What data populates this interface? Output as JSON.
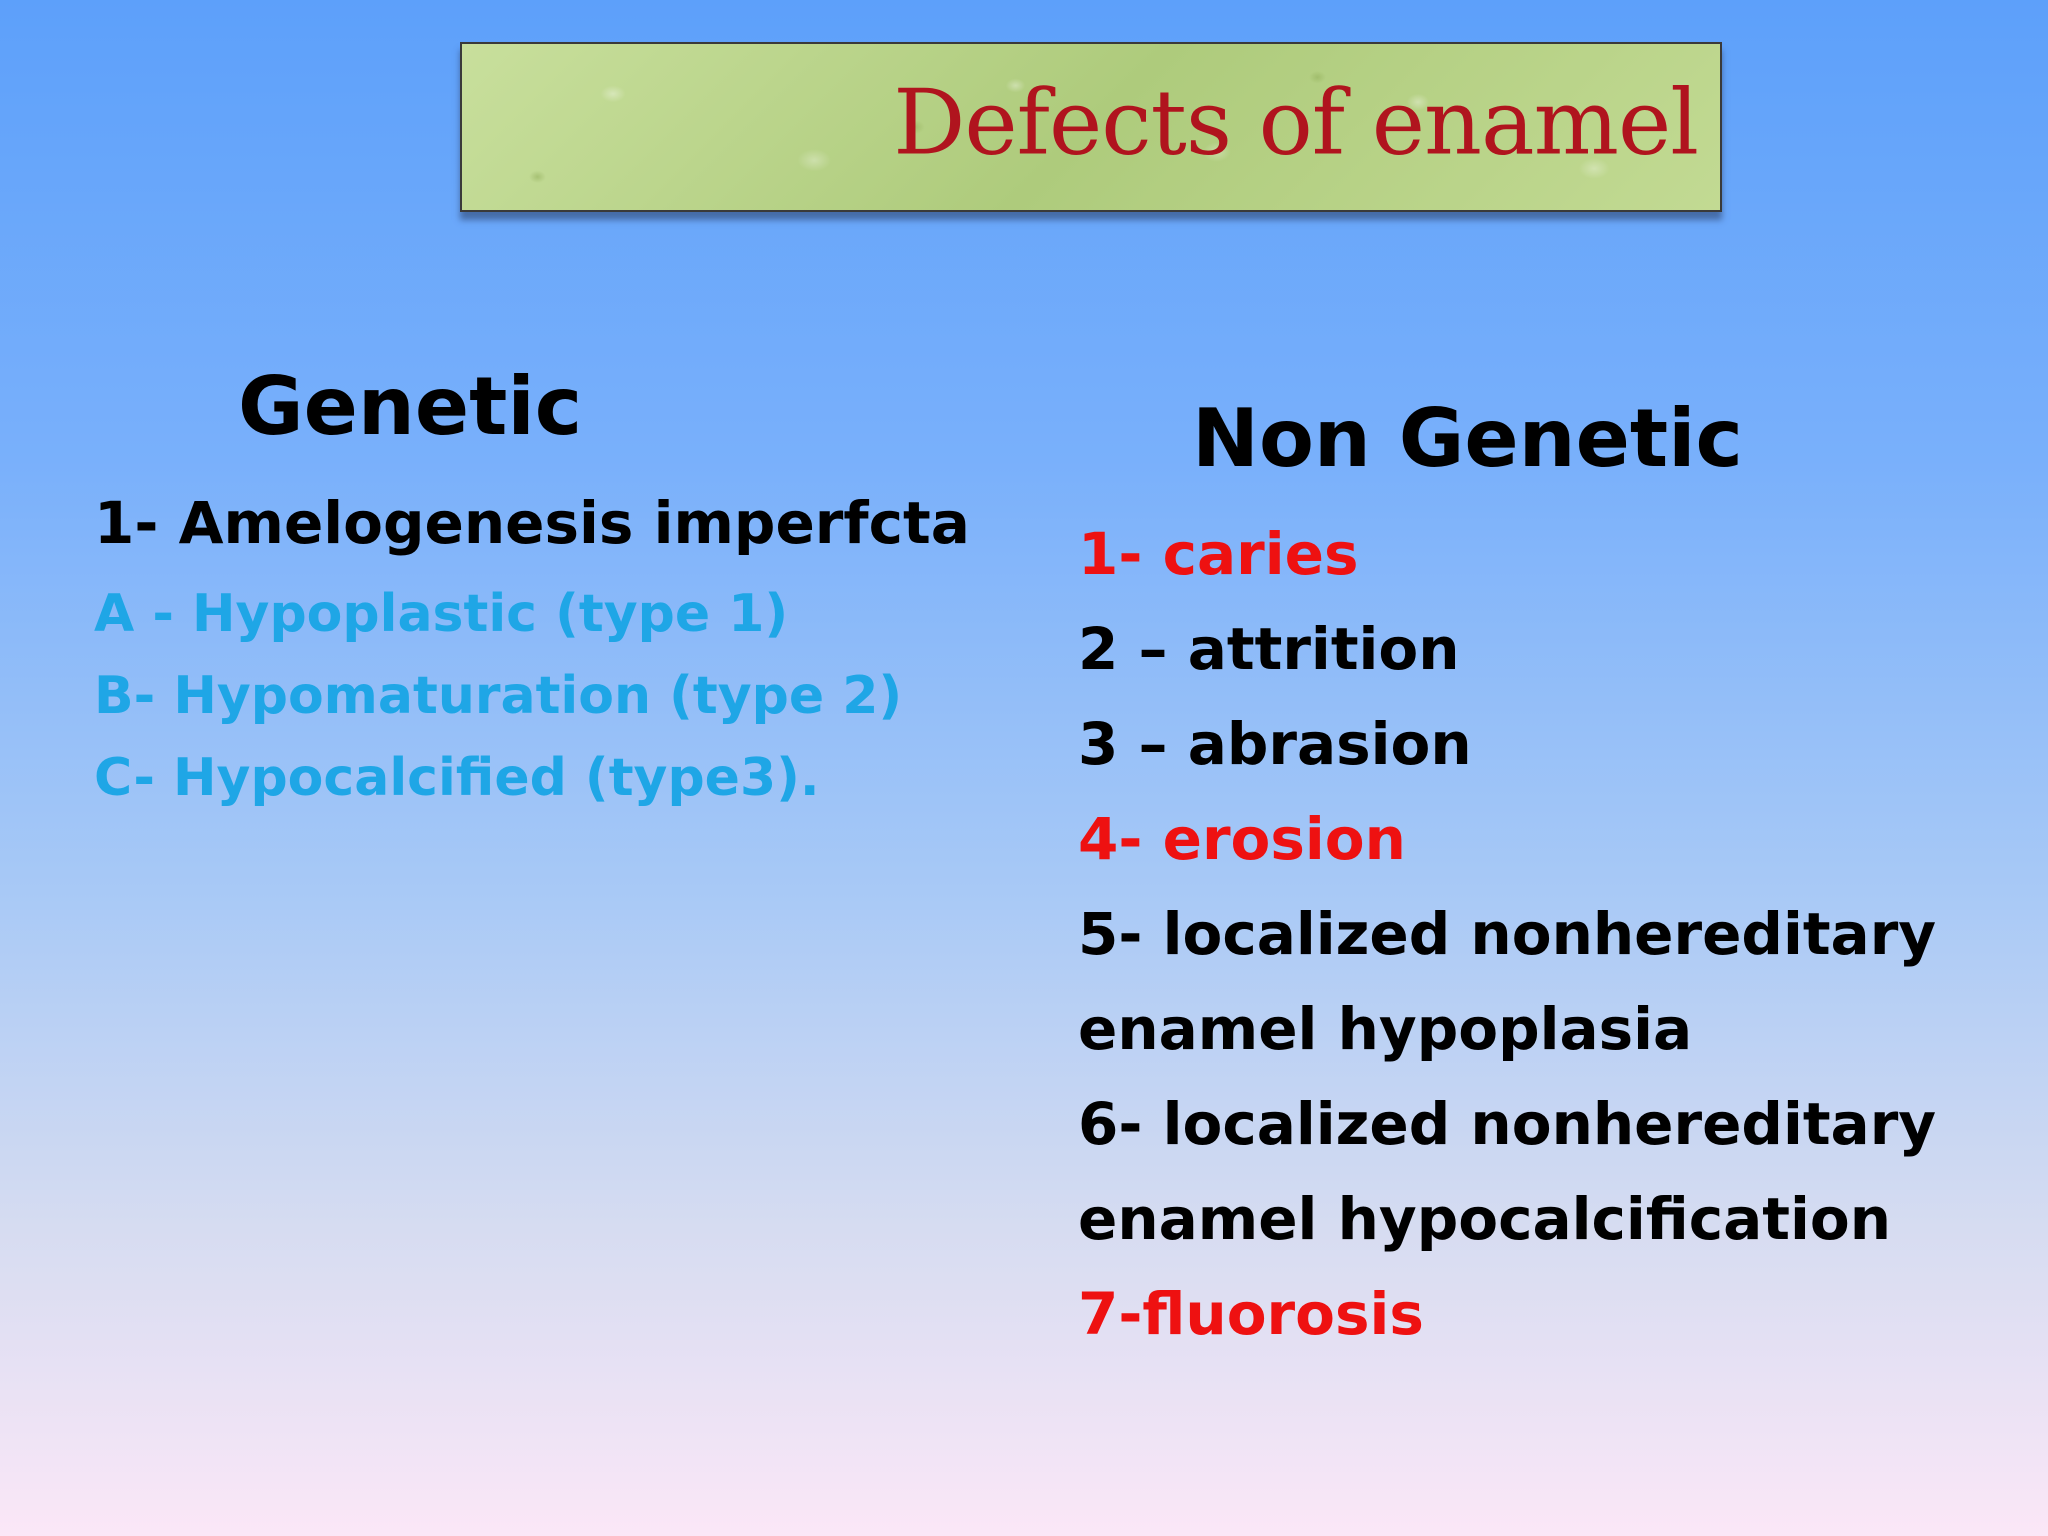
{
  "title": "Defects of enamel",
  "colors": {
    "title_text": "#b0141e",
    "heading": "#000000",
    "subtype": "#1fa6e6",
    "highlight": "#ee1111",
    "banner": "#b9d58a"
  },
  "genetic": {
    "heading": "Genetic",
    "items": [
      {
        "text": "1- Amelogenesis imperfcta",
        "style": "main"
      },
      {
        "text": "A - Hypoplastic (type 1)",
        "style": "sub"
      },
      {
        "text": "B- Hypomaturation (type 2)",
        "style": "sub"
      },
      {
        "text": "C- Hypocalcified (type3).",
        "style": "sub"
      }
    ]
  },
  "non_genetic": {
    "heading": "Non Genetic",
    "items": [
      {
        "text": "1- caries",
        "style": "red"
      },
      {
        "text": "2 – attrition",
        "style": "normal"
      },
      {
        "text": "3 – abrasion",
        "style": "normal"
      },
      {
        "text": "4- erosion",
        "style": "red"
      },
      {
        "text": "5- localized nonhereditary",
        "style": "normal"
      },
      {
        "text": "enamel hypoplasia",
        "style": "normal"
      },
      {
        "text": "6- localized nonhereditary",
        "style": "normal"
      },
      {
        "text": "enamel hypocalcification",
        "style": "normal"
      },
      {
        "text": "7-fluorosis",
        "style": "red"
      }
    ]
  }
}
